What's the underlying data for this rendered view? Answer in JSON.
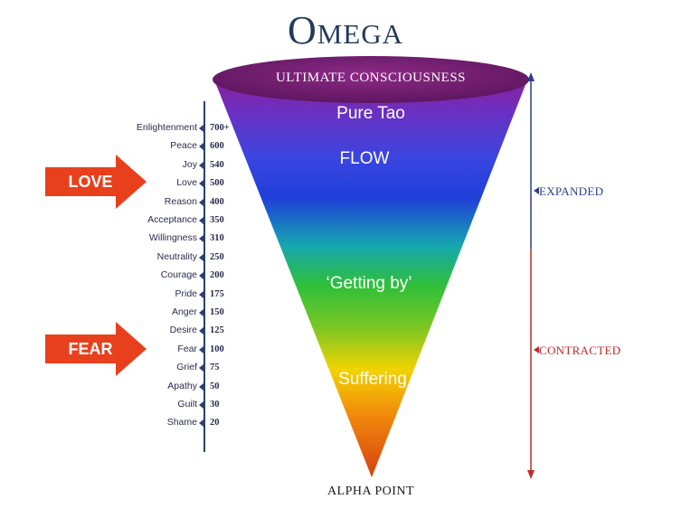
{
  "title": "Omega",
  "funnel": {
    "top_label": "ULTIMATE CONSCIOUSNESS",
    "bottom_label": "ALPHA POINT",
    "bands": [
      {
        "text": "Pure Tao"
      },
      {
        "text": "FLOW"
      },
      {
        "text": "‘Getting by’"
      },
      {
        "text": "Suffering"
      }
    ]
  },
  "scale": [
    {
      "name": "Enlightenment",
      "value": "700+"
    },
    {
      "name": "Peace",
      "value": "600"
    },
    {
      "name": "Joy",
      "value": "540"
    },
    {
      "name": "Love",
      "value": "500"
    },
    {
      "name": "Reason",
      "value": "400"
    },
    {
      "name": "Acceptance",
      "value": "350"
    },
    {
      "name": "Willingness",
      "value": "310"
    },
    {
      "name": "Neutrality",
      "value": "250"
    },
    {
      "name": "Courage",
      "value": "200"
    },
    {
      "name": "Pride",
      "value": "175"
    },
    {
      "name": "Anger",
      "value": "150"
    },
    {
      "name": "Desire",
      "value": "125"
    },
    {
      "name": "Fear",
      "value": "100"
    },
    {
      "name": "Grief",
      "value": "75"
    },
    {
      "name": "Apathy",
      "value": "50"
    },
    {
      "name": "Guilt",
      "value": "30"
    },
    {
      "name": "Shame",
      "value": "20"
    }
  ],
  "callouts": {
    "love": "LOVE",
    "fear": "FEAR"
  },
  "axis": {
    "expanded": "EXPANDED",
    "contracted": "CONTRACTED",
    "expanded_color": "#2a3f8f",
    "contracted_color": "#c0282d"
  },
  "colors": {
    "callout_red": "#e8401c",
    "title": "#233a5e"
  }
}
